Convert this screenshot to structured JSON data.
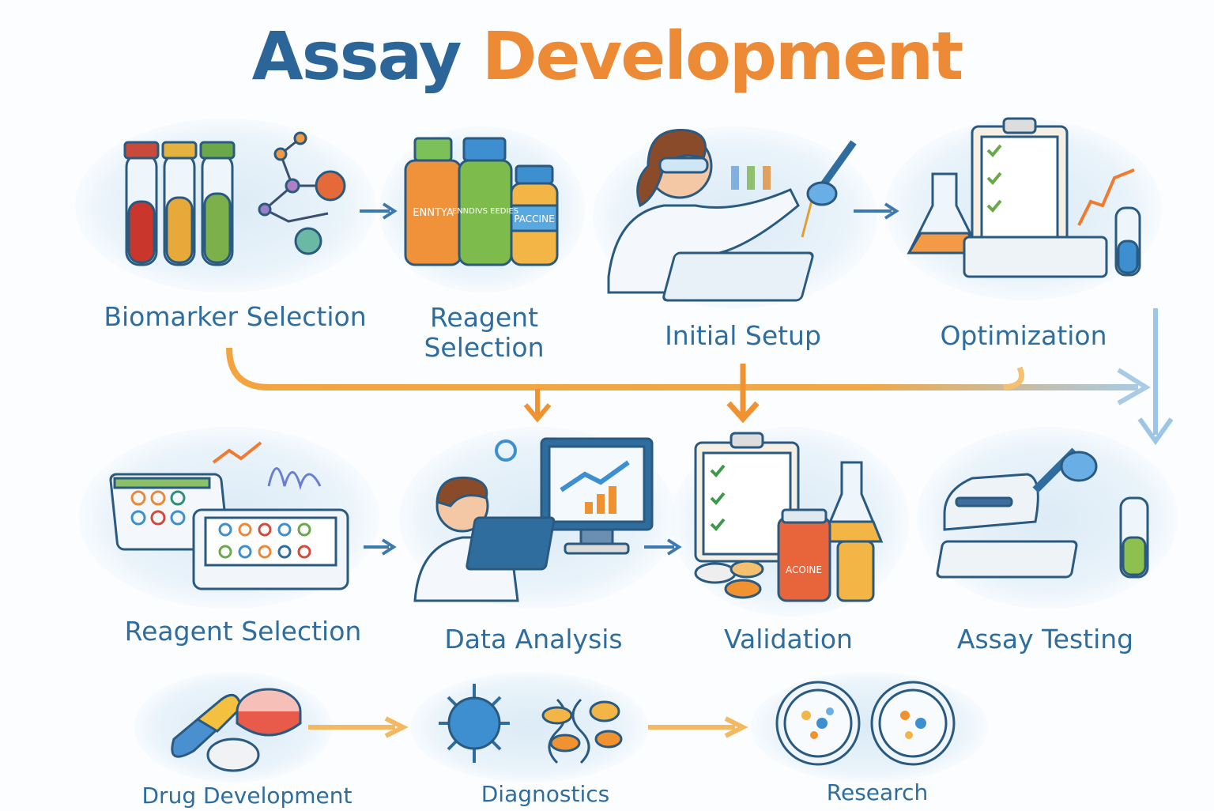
{
  "title": {
    "part1": "Assay",
    "part2": "Development"
  },
  "colors": {
    "title_blue": "#2c6699",
    "title_orange": "#ec8a35",
    "label_blue": "#2f6d9e",
    "flow_orange": "#f0a040",
    "flow_blue": "#8fbfe0"
  },
  "row1": [
    {
      "label": "Biomarker Selection"
    },
    {
      "label_line1": "Reagent",
      "label_line2": "Selection",
      "bottle_labels": [
        "ENNTYA",
        "ENNDIVS EEDIES",
        "PACCINE"
      ]
    },
    {
      "label": "Initial Setup"
    },
    {
      "label": "Optimization"
    }
  ],
  "row2": [
    {
      "label": "Reagent Selection"
    },
    {
      "label": "Data Analysis"
    },
    {
      "label": "Validation",
      "bottle_label": "ACOINE"
    },
    {
      "label": "Assay Testing"
    }
  ],
  "row3": [
    {
      "label": "Drug Development"
    },
    {
      "label": "Diagnostics"
    },
    {
      "label": "Research"
    }
  ]
}
